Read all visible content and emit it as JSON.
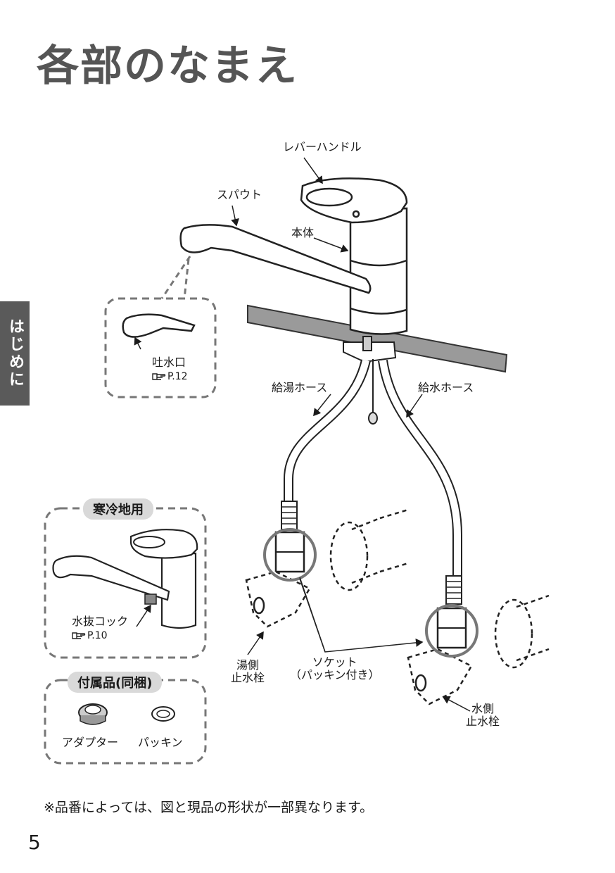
{
  "title": "各部のなまえ",
  "side_tab": "はじめに",
  "labels": {
    "lever_handle": "レバーハンドル",
    "spout": "スパウト",
    "body": "本体",
    "outlet": "吐水口",
    "outlet_ref": "P.12",
    "hot_hose": "給湯ホース",
    "cold_hose": "給水ホース",
    "cold_region": "寒冷地用",
    "drain_cock": "水抜コック",
    "drain_cock_ref": "P.10",
    "hot_valve_line1": "湯側",
    "hot_valve_line2": "止水栓",
    "socket_line1": "ソケット",
    "socket_line2": "（パッキン付き）",
    "cold_valve_line1": "水側",
    "cold_valve_line2": "止水栓",
    "accessories": "付属品(同梱)",
    "adapter": "アダプター",
    "packing": "パッキン"
  },
  "note": "※品番によっては、図と現品の形状が一部異なります。",
  "page_number": "5"
}
